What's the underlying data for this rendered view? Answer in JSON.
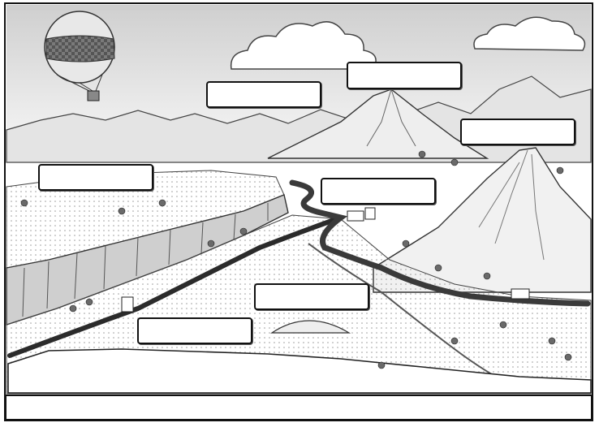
{
  "worksheet": {
    "label_boxes": [
      {
        "id": "balloon-area",
        "text": ""
      },
      {
        "id": "mountain-peak",
        "text": ""
      },
      {
        "id": "far-right-peak",
        "text": ""
      },
      {
        "id": "plateau-left",
        "text": ""
      },
      {
        "id": "river-bend",
        "text": ""
      },
      {
        "id": "valley-center",
        "text": ""
      },
      {
        "id": "river-mouth",
        "text": ""
      }
    ],
    "answer_strip_text": ""
  }
}
